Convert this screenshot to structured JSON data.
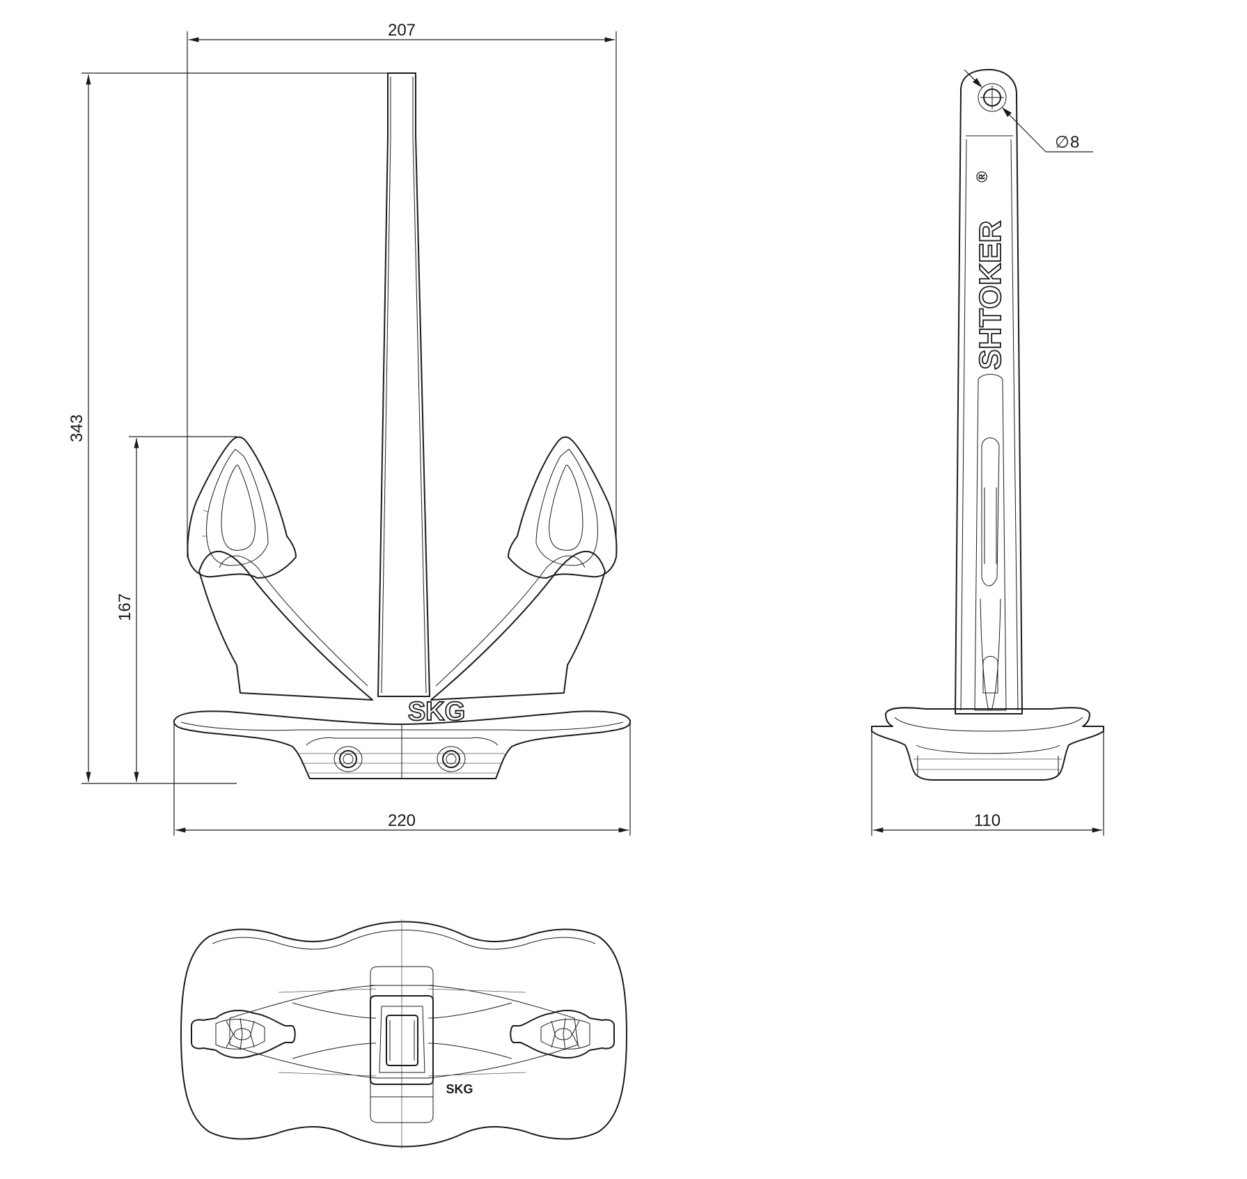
{
  "dimensions": {
    "front_width": "207",
    "front_height": "343",
    "fluke_height": "167",
    "base_width": "220",
    "side_width": "110",
    "hole_diameter": "8",
    "diameter_symbol": "∅"
  },
  "labels": {
    "front_logo": "SKG",
    "side_logo": "SHTOKER",
    "registered_mark": "®",
    "top_logo": "SKG"
  }
}
